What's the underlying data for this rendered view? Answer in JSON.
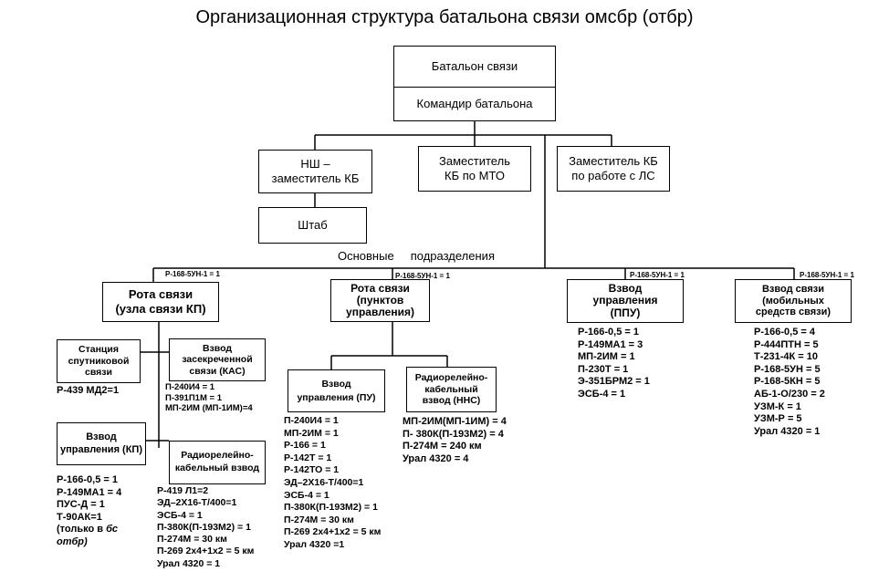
{
  "title": "Организационная структура батальона связи омсбр (отбр)",
  "top": {
    "battalion": "Батальон связи",
    "commander": "Командир батальона"
  },
  "deputies": {
    "ns_line1": "НШ –",
    "ns_line2": "заместитель КБ",
    "mto_line1": "Заместитель",
    "mto_line2": "КБ по МТО",
    "ls_line1": "Заместитель КБ",
    "ls_line2": "по работе с ЛС"
  },
  "staff": "Штаб",
  "main_units_label": "Основные     подразделения",
  "link_labels": [
    "Р-168-5УН-1 = 1",
    "Р-168-5УН-1 = 1",
    "Р-168-5УН-1 = 1",
    "Р-168-5УН-1 = 1"
  ],
  "units": {
    "kp": {
      "line1": "Рота связи",
      "line2": "(узла связи КП)"
    },
    "pu": {
      "line1": "Рота связи",
      "line2": "(пунктов",
      "line3": "управления)"
    },
    "ppu": {
      "line1": "Взвод",
      "line2": "управления",
      "line3": "(ППУ)"
    },
    "mob": {
      "line1": "Взвод связи",
      "line2": "(мобильных",
      "line3": "средств связи)"
    }
  },
  "subunits": {
    "sat": {
      "line1": "Станция",
      "line2": "спутниковой",
      "line3": "связи"
    },
    "kas": {
      "line1": "Взвод",
      "line2": "засекреченной",
      "line3": "связи (КАС)"
    },
    "upr_kp": {
      "line1": "Взвод",
      "line2": "управления (КП)"
    },
    "rrk": {
      "line1": "Радиорелейно-",
      "line2": "кабельный взвод"
    },
    "upr_pu": {
      "line1": "Взвод",
      "line2": "управления (ПУ)"
    },
    "nns": {
      "line1": "Радиорелейно-",
      "line2": "кабельный",
      "line3": "взвод (ННС)"
    }
  },
  "equipment": {
    "sat": [
      "Р-439 МД2=1"
    ],
    "kas": [
      "П-240И4 = 1",
      "П-391П1М = 1",
      "МП-2ИМ (МП-1ИМ)=4"
    ],
    "upr_kp": [
      "Р-166-0,5 = 1",
      "Р-149МА1 = 4",
      "ПУС-Д = 1",
      "Т-90АК=1"
    ],
    "upr_kp_note_1": "(только в ",
    "upr_kp_note_2": "бс",
    "upr_kp_note_3": "отбр)",
    "rrk": [
      "Р-419 Л1=2",
      "ЭД–2Х16-Т/400=1",
      "ЭСБ-4 = 1",
      "П-380К(П-193М2) = 1",
      "П-274М = 30 км",
      "П-269 2х4+1х2 = 5 км",
      "Урал 4320 = 1"
    ],
    "upr_pu": [
      "П-240И4 = 1",
      "МП-2ИМ = 1",
      "Р-166 = 1",
      "Р-142Т = 1",
      "Р-142ТО = 1",
      "ЭД–2Х16-Т/400=1",
      "ЭСБ-4 = 1",
      "П-380К(П-193М2) = 1",
      "П-274М = 30 км",
      "П-269 2х4+1х2 = 5 км",
      "Урал 4320 =1"
    ],
    "nns": [
      "МП-2ИМ(МП-1ИМ) = 4",
      "П- 380К(П-193М2) = 4",
      "П-274М = 240 км",
      "Урал 4320 = 4"
    ],
    "ppu": [
      "Р-166-0,5 = 1",
      "Р-149МА1 = 3",
      "МП-2ИМ = 1",
      "П-230Т = 1",
      "Э-351БРМ2 = 1",
      "ЭСБ-4 = 1"
    ],
    "mob": [
      "Р-166-0,5 = 4",
      "Р-444ПТН = 5",
      "Т-231-4К = 10",
      "Р-168-5УН = 5",
      "Р-168-5КН = 5",
      "АБ-1-О/230 = 2",
      "УЗМ-К = 1",
      "УЗМ-Р = 5",
      "Урал 4320 = 1"
    ]
  }
}
